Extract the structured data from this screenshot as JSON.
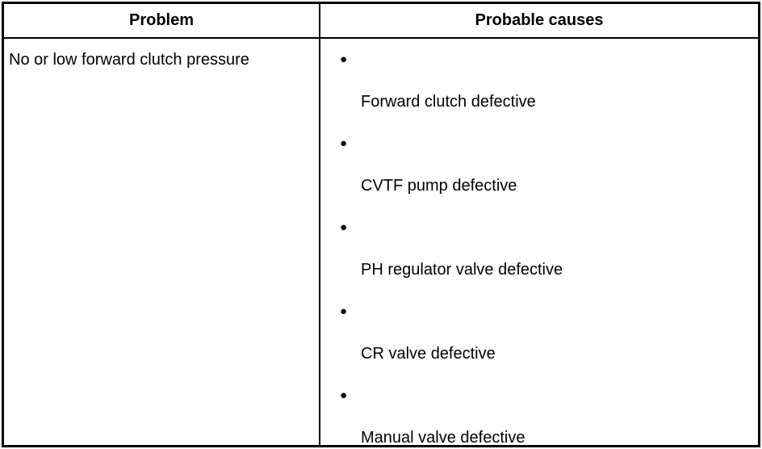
{
  "colors": {
    "border": "#000000",
    "text": "#000000",
    "background": "#ffffff"
  },
  "table": {
    "bullet": "●",
    "headers": {
      "problem": "Problem",
      "causes": "Probable causes"
    },
    "rows": [
      {
        "problem": "No or low forward clutch pressure",
        "causes": [
          "Forward clutch defective",
          "CVTF pump defective",
          "PH regulator valve defective",
          "CR valve defective",
          "Manual valve defective"
        ]
      }
    ]
  }
}
